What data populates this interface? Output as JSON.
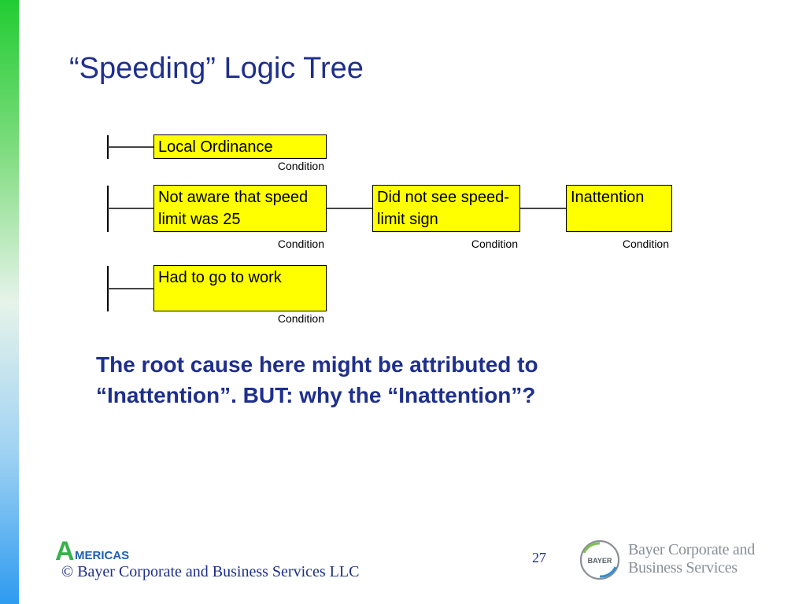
{
  "slide": {
    "title": "“Speeding” Logic Tree",
    "conclusion": "The root cause here might be attributed to “Inattention”. BUT:  why the “Inattention”?",
    "page_number": "27"
  },
  "tree": {
    "rows": [
      {
        "nodes": [
          {
            "label": "Local Ordinance",
            "tag": "Condition"
          }
        ]
      },
      {
        "nodes": [
          {
            "label": "Not aware that speed limit was 25",
            "tag": "Condition"
          },
          {
            "label": "Did not see speed-limit sign",
            "tag": "Condition"
          },
          {
            "label": "Inattention",
            "tag": "Condition"
          }
        ]
      },
      {
        "nodes": [
          {
            "label": "Had to go to work",
            "tag": "Condition"
          }
        ]
      }
    ]
  },
  "footer": {
    "brand_initial": "A",
    "brand_rest": "MERICAS",
    "copyright": "© Bayer Corporate and Business Services LLC",
    "logo_word": "BAYER",
    "company_line1": "Bayer Corporate and",
    "company_line2": "Business Services"
  },
  "colors": {
    "title": "#1e2f8c",
    "node_fill": "#ffff00",
    "brand_green": "#36b24a",
    "brand_blue": "#1e5fb3",
    "logo_text": "#8a8f96"
  },
  "icons": [
    "americas-logo-icon",
    "bayer-cross-icon"
  ]
}
